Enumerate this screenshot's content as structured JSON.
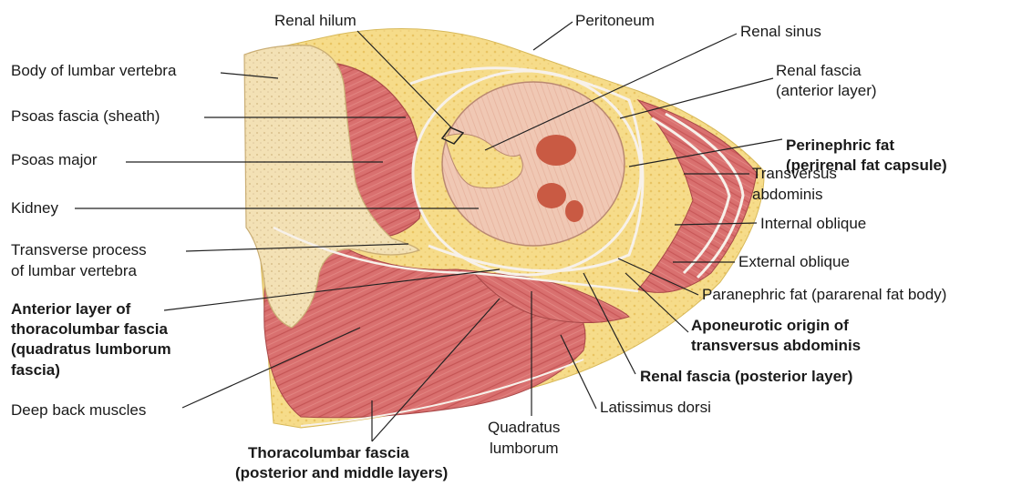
{
  "labels": {
    "renal_hilum": "Renal hilum",
    "peritoneum": "Peritoneum",
    "renal_sinus": "Renal sinus",
    "body_lumbar_vertebra": "Body of lumbar vertebra",
    "renal_fascia_anterior_1": "Renal fascia",
    "renal_fascia_anterior_2": "(anterior layer)",
    "psoas_fascia": "Psoas fascia (sheath)",
    "perinephric_fat_1": "Perinephric fat",
    "perinephric_fat_2": "(perirenal fat capsule)",
    "psoas_major": "Psoas major",
    "transversus_abdominis_1": "Transversus",
    "transversus_abdominis_2": "abdominis",
    "kidney": "Kidney",
    "internal_oblique": "Internal oblique",
    "transverse_process_1": "Transverse process",
    "transverse_process_2": "of lumbar vertebra",
    "external_oblique": "External oblique",
    "paranephric_fat": "Paranephric fat (pararenal fat body)",
    "anterior_layer_tlf_1": "Anterior layer of",
    "anterior_layer_tlf_2": "thoracolumbar fascia",
    "anterior_layer_tlf_3": "(quadratus lumborum",
    "anterior_layer_tlf_4": "fascia)",
    "aponeurotic_origin_1": "Aponeurotic origin of",
    "aponeurotic_origin_2": "transversus abdominis",
    "renal_fascia_posterior": "Renal fascia (posterior layer)",
    "deep_back_muscles": "Deep back muscles",
    "latissimus_dorsi": "Latissimus dorsi",
    "quadratus_lumborum_1": "Quadratus",
    "quadratus_lumborum_2": "lumborum",
    "thoracolumbar_fascia_1": "Thoracolumbar fascia",
    "thoracolumbar_fascia_2": "(posterior and middle layers)"
  },
  "colors": {
    "muscle": "#d9706f",
    "muscle_dark": "#b94a4a",
    "fat": "#f6dc8a",
    "fat_light": "#fbe9b3",
    "bone": "#f3e1b5",
    "kidney": "#f0c8b4",
    "kidney_medulla": "#c95a43",
    "fascia": "#f5f0ea",
    "leader": "#222222"
  }
}
